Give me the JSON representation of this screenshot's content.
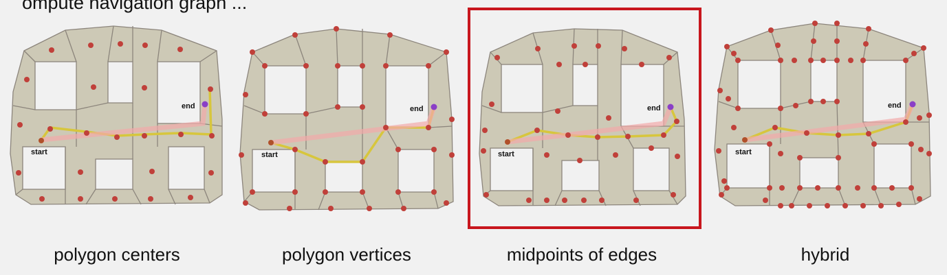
{
  "top_fragment": "ompute navigation graph ...",
  "colors": {
    "background": "#f1f1f1",
    "mesh_fill": "#cdc9b6",
    "mesh_edge": "#8c857c",
    "node": "#c0403a",
    "end_node": "#8a3fc7",
    "path_yellow": "#d7c63d",
    "straight_line": "#f2aaaa",
    "highlight_border": "#c8161d"
  },
  "panels": [
    {
      "caption": "polygon centers",
      "start_label": "start",
      "end_label": "end",
      "highlighted": false
    },
    {
      "caption": "polygon vertices",
      "start_label": "start",
      "end_label": "end",
      "highlighted": false
    },
    {
      "caption": "midpoints of edges",
      "start_label": "start",
      "end_label": "end",
      "highlighted": true
    },
    {
      "caption": "hybrid",
      "start_label": "start",
      "end_label": "end",
      "highlighted": false
    }
  ]
}
